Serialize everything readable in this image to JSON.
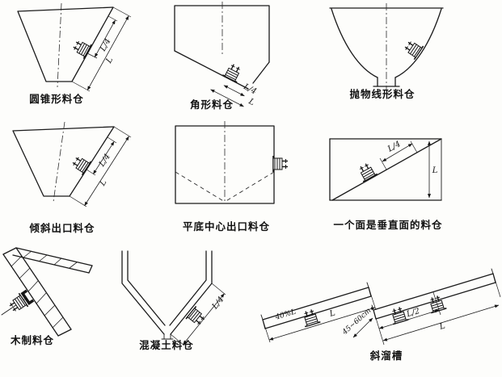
{
  "figures": {
    "conical": {
      "caption": "圆锥形料仓",
      "dims": {
        "quarter": "L/4",
        "full": "L"
      }
    },
    "angular": {
      "caption": "角形料仓",
      "dims": {
        "quarter": "L/4",
        "full": "L"
      }
    },
    "parabolic": {
      "caption": "抛物线形料仓"
    },
    "inclined_outlet": {
      "caption": "倾斜出口料仓",
      "dims": {
        "quarter": "L/4",
        "full": "L"
      }
    },
    "flat_bottom": {
      "caption": "平底中心出口料仓"
    },
    "vertical_face": {
      "caption": "一个面是垂直面的料仓",
      "dims": {
        "quarter": "L/4",
        "full": "L"
      }
    },
    "wooden": {
      "caption": "木制料仓"
    },
    "concrete": {
      "caption": "混凝土料仓",
      "dims": {
        "quarter": "L/4"
      }
    },
    "chute": {
      "caption": "斜溜槽",
      "dims": {
        "pct40": "40%L",
        "left_full": "L",
        "half": "L/2",
        "right_full": "L",
        "gap": "45~60cm"
      }
    }
  }
}
